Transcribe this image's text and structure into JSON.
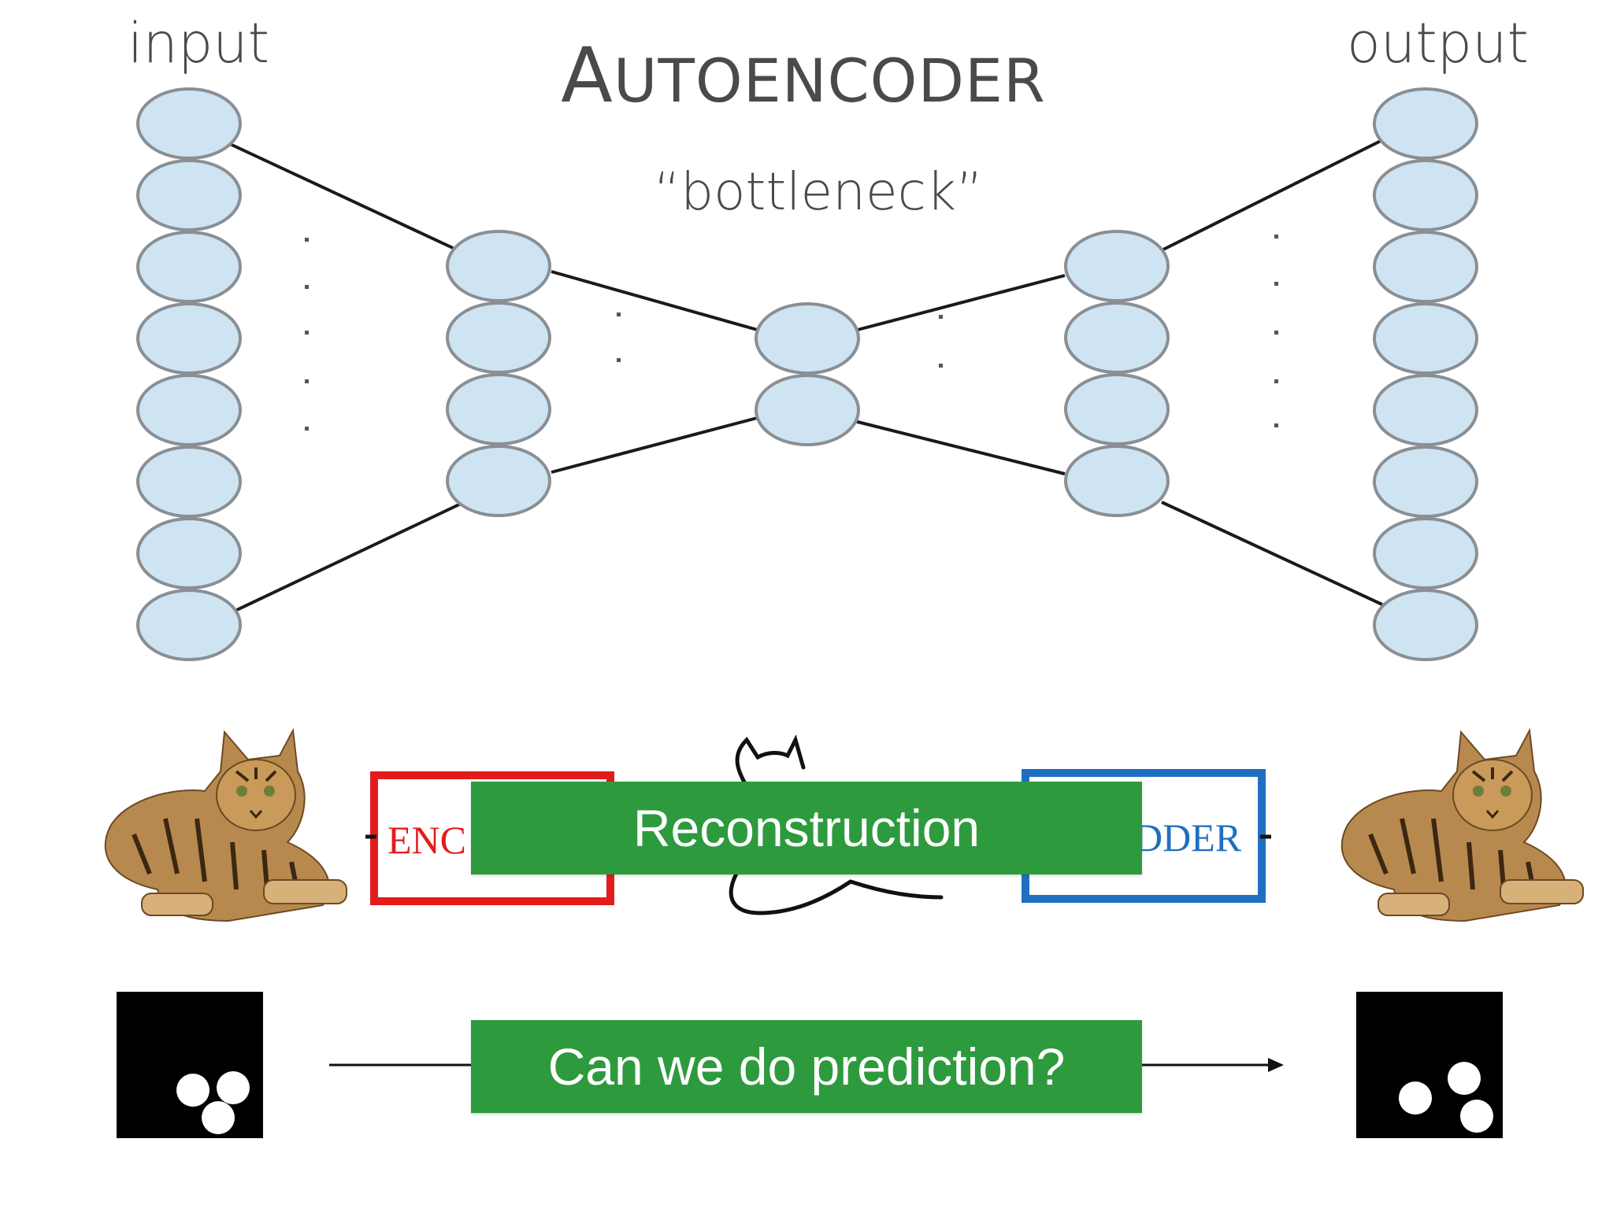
{
  "title": {
    "first": "A",
    "rest": "UTOENCODER"
  },
  "labels": {
    "input": "input",
    "output": "output",
    "bottleneck": "“bottleneck”"
  },
  "encoder_label": "ENC",
  "decoder_label": "DDER",
  "boxes": {
    "reconstruction": "Reconstruction",
    "prediction": "Can we do prediction?"
  },
  "colors": {
    "node_fill": "#cfe4f3",
    "node_stroke": "#8a8f94",
    "encoder_border": "#e41b1b",
    "decoder_border": "#1f6fc1",
    "green": "#2e9a3e",
    "text": "#4a4a4a"
  },
  "icons": [
    "cat-photo-icon",
    "cat-sketch-icon",
    "ball-frame-icon"
  ]
}
